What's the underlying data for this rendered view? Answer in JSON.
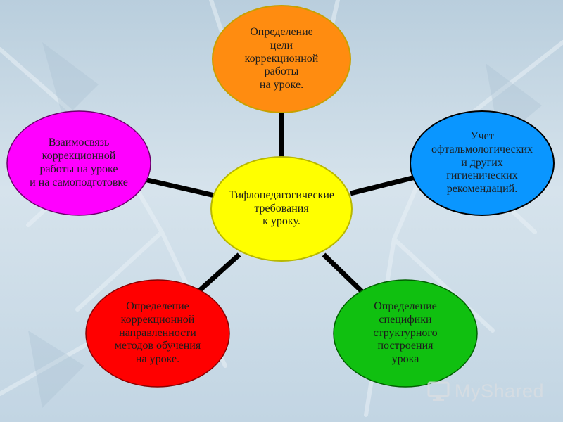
{
  "colors": {
    "center": "#ffff00",
    "top": "#ff8c10",
    "right": "#0a96ff",
    "bottom_right": "#10c010",
    "bottom_left": "#ff0000",
    "left": "#ff00ff",
    "connector": "#000000"
  },
  "nodes": {
    "center": "Тифлопедагогические\nтребования\nк уроку.",
    "top": "Определение\nцели\nкоррекционной\nработы\nна уроке.",
    "right": "Учет\nофтальмологических\nи других\nгигиенических\nрекомендаций.",
    "bottom_right": "Определение\nспецифики\nструктурного\nпостроения\nурока",
    "bottom_left": "Определение\nкоррекционной\nнаправленности\nметодов обучения\nна уроке.",
    "left": "Взаимосвязь\nкоррекционной\nработы на уроке\nи на самоподготовке"
  },
  "watermark": {
    "icon": "monitor-icon",
    "text": "MyShared"
  }
}
